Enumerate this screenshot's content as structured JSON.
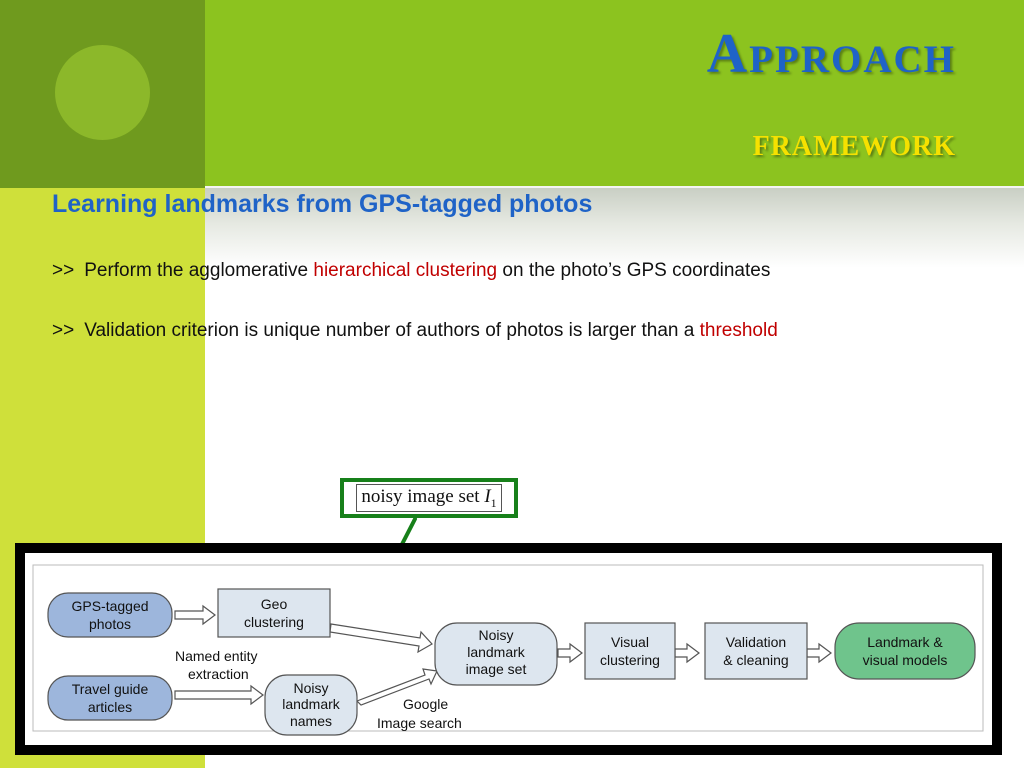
{
  "title": {
    "main": "Approach",
    "sub": "framework"
  },
  "heading": "Learning landmarks from GPS-tagged photos",
  "bullets": [
    {
      "mark": ">>",
      "before": "Perform the agglomerative ",
      "highlight": "hierarchical clustering",
      "after": " on the photo’s GPS coordinates"
    },
    {
      "mark": ">>",
      "before": "Validation criterion is unique number of authors of photos is larger than a ",
      "highlight": "threshold",
      "after": ""
    }
  ],
  "callout": {
    "text": "noisy image set ",
    "symbol": "I",
    "subscript": "1"
  },
  "diagram": {
    "nodes": {
      "gps_line1": "GPS-tagged",
      "gps_line2": "photos",
      "travel_line1": "Travel guide",
      "travel_line2": "articles",
      "geo_line1": "Geo",
      "geo_line2": "clustering",
      "noisy_names_line1": "Noisy",
      "noisy_names_line2": "landmark",
      "noisy_names_line3": "names",
      "noisy_set_line1": "Noisy",
      "noisy_set_line2": "landmark",
      "noisy_set_line3": "image set",
      "visual_line1": "Visual",
      "visual_line2": "clustering",
      "validation_line1": "Validation",
      "validation_line2": "& cleaning",
      "landmark_line1": "Landmark  &",
      "landmark_line2": "visual models"
    },
    "labels": {
      "ner_line1": "Named entity",
      "ner_line2": "extraction",
      "google_line1": "Google",
      "google_line2": "Image search"
    }
  },
  "colors": {
    "title_blue": "#1f63c7",
    "title_yellow": "#f6e100",
    "highlight_red": "#c00000",
    "callout_green": "#17801a",
    "box_blue": "#9db6dc",
    "box_light": "#dde6ef",
    "box_green": "#6fc48c"
  }
}
